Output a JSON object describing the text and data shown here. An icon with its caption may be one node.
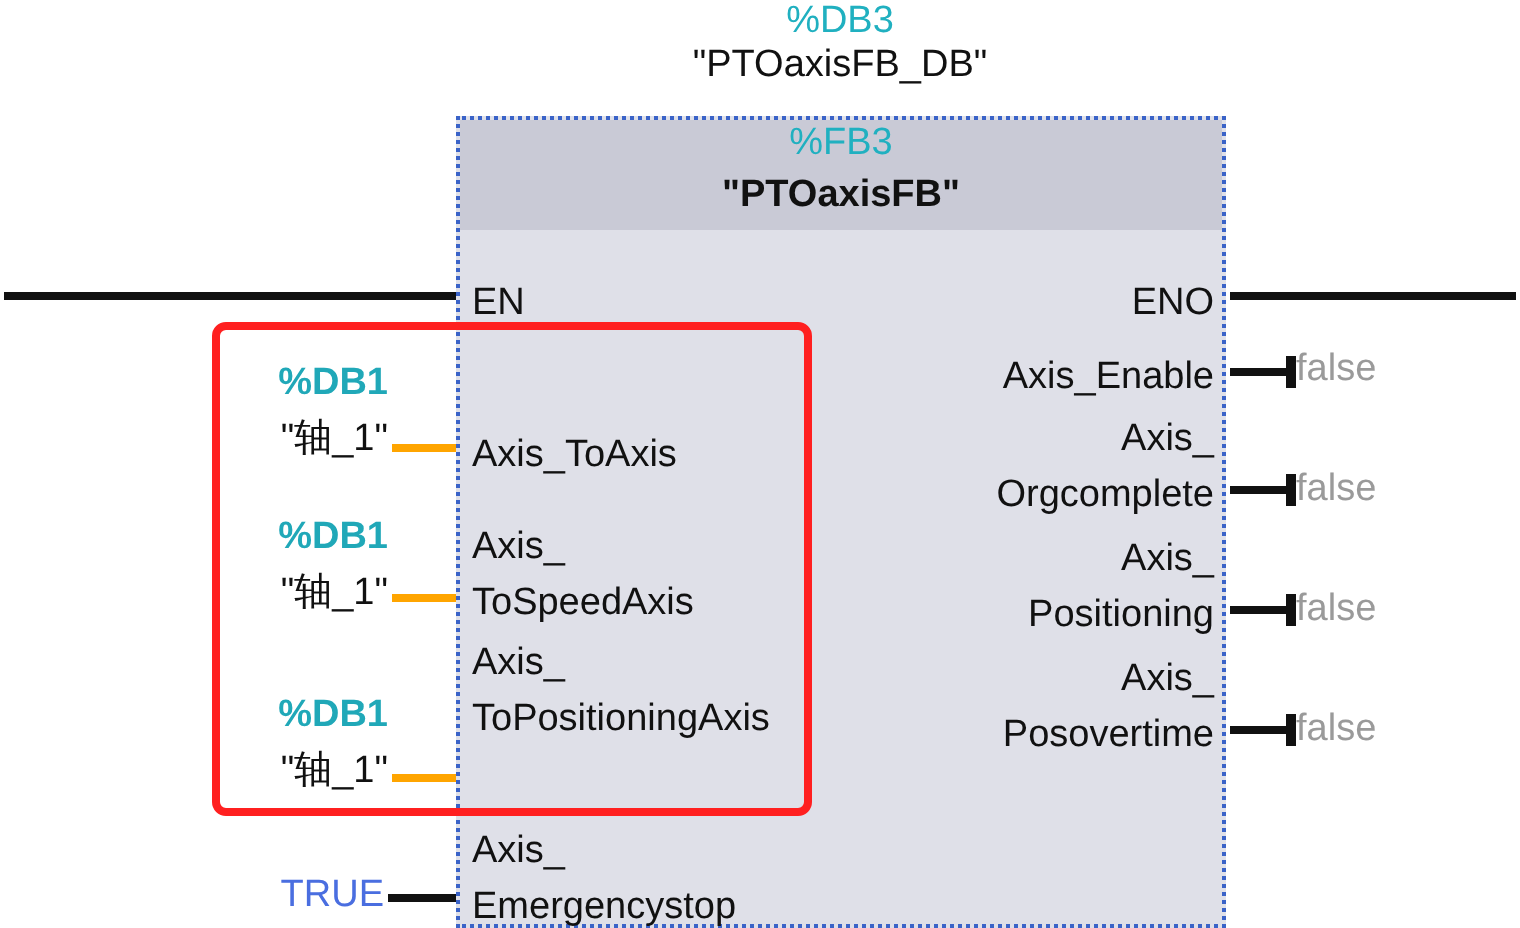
{
  "diagram": {
    "nodes": [
      {
        "text": [
          "%FB3",
          "\"PTOaxisFB\""
        ],
        "beside": [
          "%DB3",
          "\"PTOaxisFB_DB\""
        ]
      },
      {
        "text": [
          "EN"
        ],
        "in": 0
      },
      {
        "text": [
          "ENO"
        ],
        "in": 0
      },
      {
        "text": [
          "Axis_ToAxis"
        ],
        "in": 0
      },
      {
        "text": [
          "Axis_ ToSpeedAxis"
        ],
        "in": 0
      },
      {
        "text": [
          "Axis_ ToPositioningAxis"
        ],
        "in": 0
      },
      {
        "text": [
          "Axis_ Emergencystop"
        ],
        "in": 0
      },
      {
        "text": [
          "Axis_Enable"
        ],
        "in": 0
      },
      {
        "text": [
          "Axis_ Orgcomplete"
        ],
        "in": 0
      },
      {
        "text": [
          "Axis_ Positioning"
        ],
        "in": 0
      },
      {
        "text": [
          "Axis_ Posovertime"
        ],
        "in": 0
      },
      {
        "text": [
          "%DB1",
          "\"轴_1\""
        ]
      },
      {
        "text": [
          "%DB1",
          "\"轴_1\""
        ]
      },
      {
        "text": [
          "%DB1",
          "\"轴_1\""
        ]
      },
      {
        "text": [
          "TRUE"
        ]
      },
      {
        "text": [
          "false"
        ]
      },
      {
        "text": [
          "false"
        ]
      },
      {
        "text": [
          "false"
        ]
      },
      {
        "text": [
          "false"
        ]
      }
    ],
    "edges": [
      {
        "from": null,
        "to": 1,
        "arrow": "none"
      },
      {
        "from": 2,
        "to": null,
        "arrow": "none"
      },
      {
        "from": 11,
        "to": 3,
        "arrow": "none",
        "color": "#ffa500"
      },
      {
        "from": 12,
        "to": 4,
        "arrow": "none",
        "color": "#ffa500"
      },
      {
        "from": 13,
        "to": 5,
        "arrow": "none",
        "color": "#ffa500"
      },
      {
        "from": 14,
        "to": 6,
        "arrow": "none"
      },
      {
        "from": 7,
        "to": 15,
        "arrow": "other"
      },
      {
        "from": 8,
        "to": 16,
        "arrow": "other"
      },
      {
        "from": 9,
        "to": 17,
        "arrow": "other"
      },
      {
        "from": 10,
        "to": 18,
        "arrow": "other"
      }
    ]
  }
}
